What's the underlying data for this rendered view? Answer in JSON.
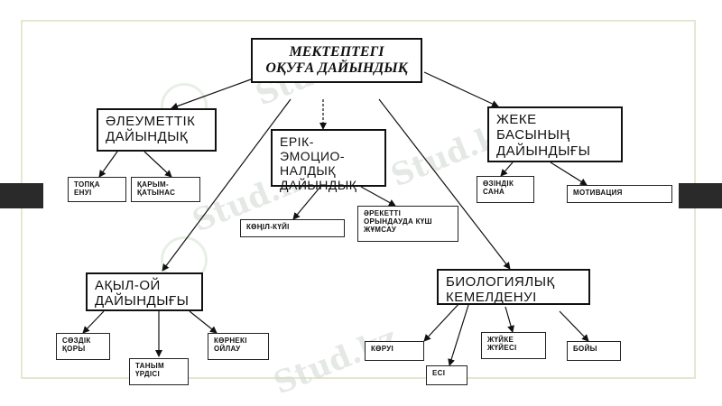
{
  "diagram": {
    "root": "МЕКТЕПТЕГІ\nОҚУҒА ДАЙЫНДЫҚ",
    "social": "ӘЛЕУМЕТТІК\nДАЙЫНДЫҚ",
    "social_peer": "ТОПҚА\nЕНУІ",
    "social_relation": "ҚАРЫМ-\nҚАТЫНАС",
    "will": "ЕРІК-ЭМОЦИО-\nНАЛДЫҚ\nДАЙЫНДЫҚ",
    "will_mood": "КӨҢІЛ-КҮЙІ",
    "will_effort": "ӘРЕКЕТТІ\nОРЫНДАУДА КҮШ\nЖҰМСАУ",
    "personal": "ЖЕКЕ\nБАСЫНЫҢ\nДАЙЫНДЫҒЫ",
    "personal_self": "ӨЗІНДІК\nСАНА",
    "personal_motivation": "МОТИВАЦИЯ",
    "mental": "АҚЫЛ-ОЙ\nДАЙЫНДЫҒЫ",
    "mental_vocab": "СӨЗДІК\nҚОРЫ",
    "mental_cognition": "ТАНЫМ\nҮРДІСІ",
    "mental_visual": "КӨРНЕКІ\nОЙЛАУ",
    "bio": "БИОЛОГИЯЛЫҚ\nКЕМЕЛДЕНУІ",
    "bio_vision": "КӨРУІ",
    "bio_memory": "ЕСІ",
    "bio_nerve": "ЖҮЙКЕ\nЖҮЙЕСІ",
    "bio_height": "БОЙЫ"
  },
  "watermark": {
    "text": "Stud.kz"
  },
  "colors": {
    "frame": "#e6e6d2",
    "bars": "#2b2a2a",
    "ink": "#111111"
  }
}
